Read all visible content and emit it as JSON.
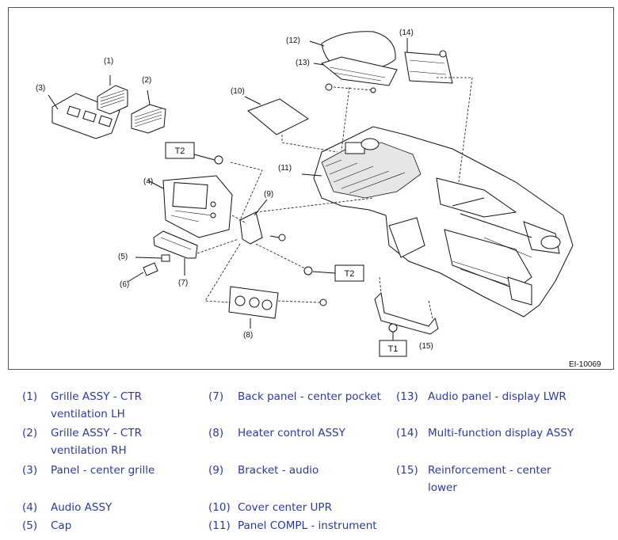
{
  "figure": {
    "figure_id": "EI-10069",
    "callouts": [
      "(1)",
      "(2)",
      "(3)",
      "(4)",
      "(5)",
      "(6)",
      "(7)",
      "(8)",
      "(9)",
      "(10)",
      "(11)",
      "(12)",
      "(13)",
      "(14)",
      "(15)"
    ],
    "torque_labels": {
      "t1": "T1",
      "t2a": "T2",
      "t2b": "T2"
    }
  },
  "legend": [
    {
      "num": "(1)",
      "text": "Grille ASSY - CTR ventilation LH"
    },
    {
      "num": "(2)",
      "text": "Grille ASSY - CTR ventilation RH"
    },
    {
      "num": "(3)",
      "text": "Panel - center grille"
    },
    {
      "num": "(4)",
      "text": "Audio ASSY"
    },
    {
      "num": "(5)",
      "text": "Cap"
    },
    {
      "num": "(7)",
      "text": "Back panel - center pocket"
    },
    {
      "num": "(8)",
      "text": "Heater control ASSY"
    },
    {
      "num": "(9)",
      "text": "Bracket - audio"
    },
    {
      "num": "(10)",
      "text": "Cover center UPR"
    },
    {
      "num": "(11)",
      "text": "Panel COMPL - instrument"
    },
    {
      "num": "(13)",
      "text": "Audio panel - display LWR"
    },
    {
      "num": "(14)",
      "text": "Multi-function display ASSY"
    },
    {
      "num": "(15)",
      "text": "Reinforcement - center lower"
    }
  ]
}
